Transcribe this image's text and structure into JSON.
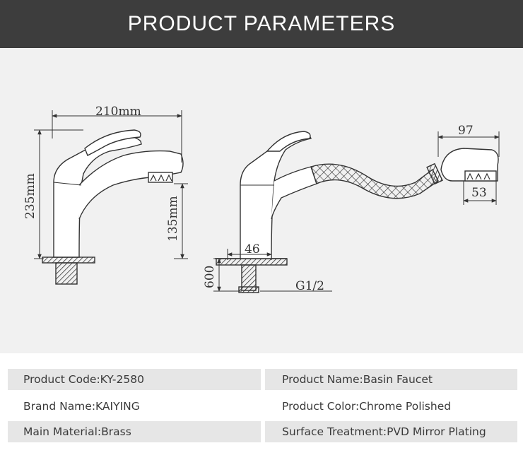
{
  "header": {
    "title": "PRODUCT PARAMETERS"
  },
  "dimensions": {
    "left_width": "210mm",
    "left_height": "235mm",
    "left_spout_height": "135mm",
    "base_width": "46",
    "mount_depth": "600",
    "thread": "G1/2",
    "head_length": "97",
    "head_face": "53"
  },
  "parameters": [
    {
      "left": "Product Code:KY-2580",
      "right": "Product Name:Basin Faucet"
    },
    {
      "left": "Brand Name:KAIYING",
      "right": "Product Color:Chrome Polished"
    },
    {
      "left": "Main Material:Brass",
      "right": "Surface Treatment:PVD Mirror Plating"
    }
  ],
  "colors": {
    "header_bg": "#3d3d3d",
    "drawing_bg": "#f1f1f1",
    "row_shade": "#e6e6e6",
    "line": "#333333"
  }
}
